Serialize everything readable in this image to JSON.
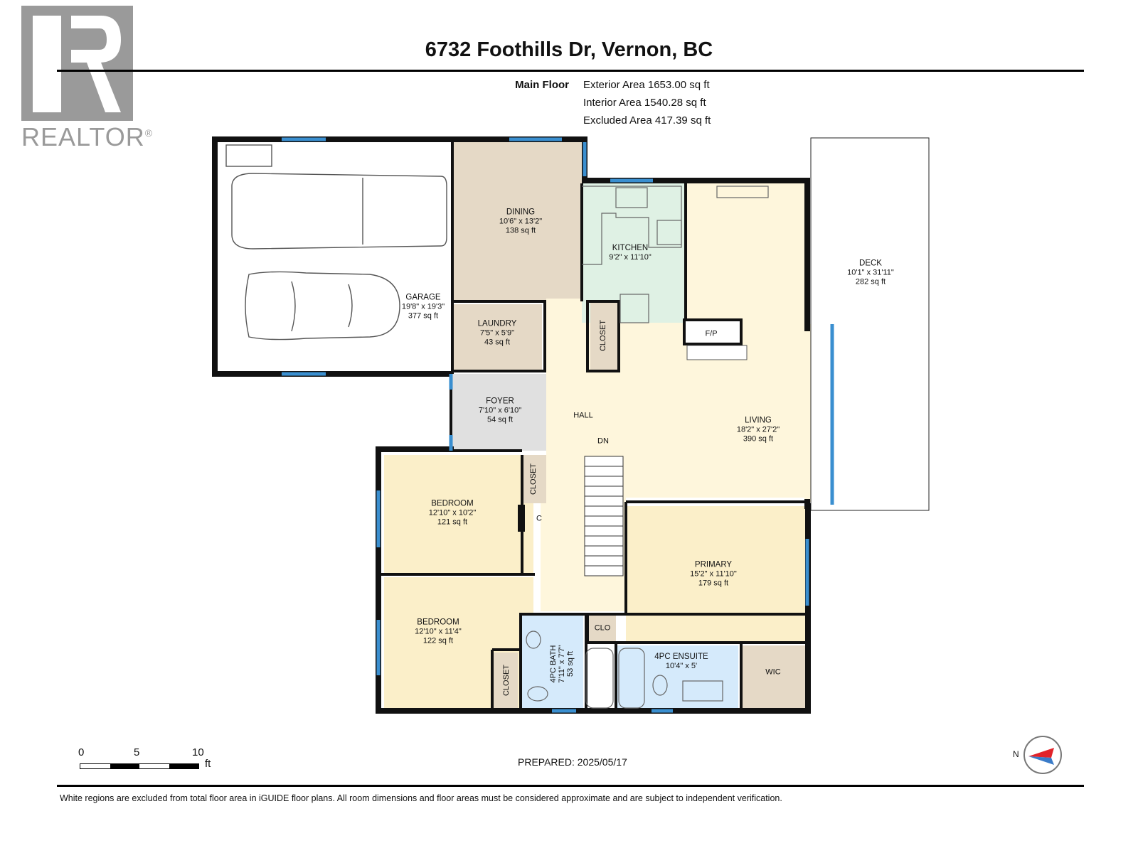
{
  "logo": {
    "text": "REALTOR",
    "mark": "®"
  },
  "title": "6732 Foothills Dr, Vernon, BC",
  "floor": {
    "name": "Main Floor",
    "exterior_area": "Exterior Area 1653.00 sq ft",
    "interior_area": "Interior Area 1540.28 sq ft",
    "excluded_area": "Excluded Area 417.39 sq ft"
  },
  "rooms": {
    "garage": {
      "name": "GARAGE",
      "dims": "19'8\" x 19'3\"",
      "area": "377 sq ft"
    },
    "dining": {
      "name": "DINING",
      "dims": "10'6\" x 13'2\"",
      "area": "138 sq ft"
    },
    "kitchen": {
      "name": "KITCHEN",
      "dims": "9'2\" x 11'10\""
    },
    "deck": {
      "name": "DECK",
      "dims": "10'1\" x 31'11\"",
      "area": "282 sq ft"
    },
    "laundry": {
      "name": "LAUNDRY",
      "dims": "7'5\" x 5'9\"",
      "area": "43 sq ft"
    },
    "closet1": {
      "name": "CLOSET"
    },
    "fp": {
      "name": "F/P"
    },
    "foyer": {
      "name": "FOYER",
      "dims": "7'10\" x 6'10\"",
      "area": "54 sq ft"
    },
    "hall": {
      "name": "HALL"
    },
    "dn": {
      "name": "DN"
    },
    "living": {
      "name": "LIVING",
      "dims": "18'2\" x 27'2\"",
      "area": "390 sq ft"
    },
    "bedroom1": {
      "name": "BEDROOM",
      "dims": "12'10\" x 10'2\"",
      "area": "121 sq ft"
    },
    "closet2": {
      "name": "CLOSET"
    },
    "c": {
      "name": "C"
    },
    "primary": {
      "name": "PRIMARY",
      "dims": "15'2\" x 11'10\"",
      "area": "179 sq ft"
    },
    "bedroom2": {
      "name": "BEDROOM",
      "dims": "12'10\" x 11'4\"",
      "area": "122 sq ft"
    },
    "closet3": {
      "name": "CLOSET"
    },
    "bath": {
      "name": "4PC BATH",
      "dims": "7'11\" x 7'7\"",
      "area": "53 sq ft"
    },
    "clo": {
      "name": "CLO"
    },
    "ensuite": {
      "name": "4PC ENSUITE",
      "dims": "10'4\" x 5'"
    },
    "wic": {
      "name": "WIC"
    }
  },
  "scale": {
    "t0": "0",
    "t5": "5",
    "t10": "10",
    "unit": "ft"
  },
  "compass": {
    "label": "N"
  },
  "prepared": "PREPARED: 2025/05/17",
  "footnote": "White regions are excluded from total floor area in iGUIDE floor plans. All room dimensions and floor areas must be considered approximate and are subject to independent verification.",
  "colors": {
    "garage": "#ffffff",
    "dining": "#e5d9c6",
    "kitchen": "#dff1e4",
    "laundry": "#e5d9c6",
    "foyer": "#e0e0e0",
    "hall": "#fef6dc",
    "bedroom": "#fbefc9",
    "bath": "#d5eafb",
    "closet": "#e5d9c6",
    "wall": "#111111",
    "window": "#3a8fd0"
  }
}
